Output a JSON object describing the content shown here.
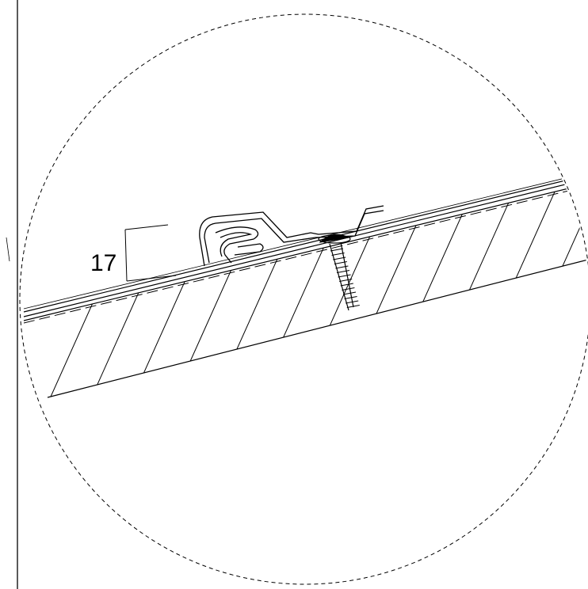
{
  "drawing": {
    "dimension_label": "17",
    "colors": {
      "line": "#000000",
      "background": "#ffffff"
    },
    "elements": [
      "border-line",
      "detail-circle",
      "substrate",
      "hatching",
      "roof-panel",
      "seam-clip",
      "screw"
    ]
  }
}
